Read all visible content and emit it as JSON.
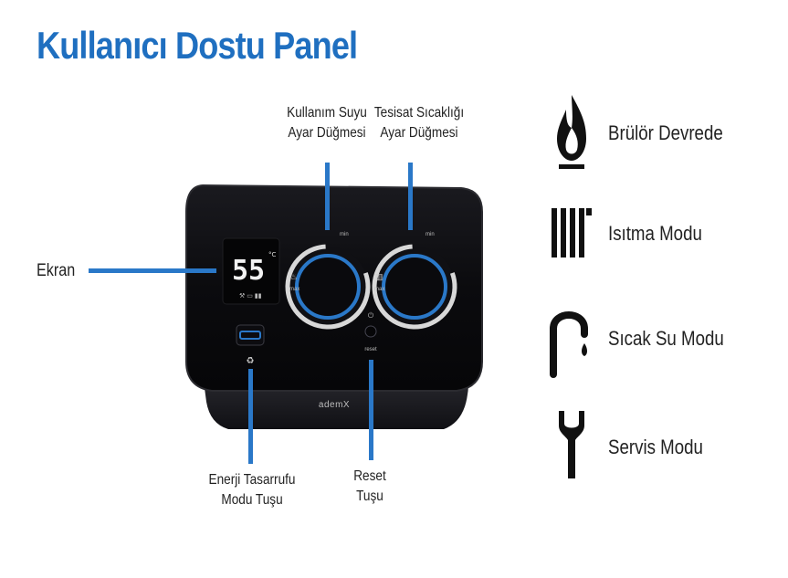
{
  "title": "Kullanıcı Dostu Panel",
  "labels": {
    "dhw_knob": [
      "Kullanım Suyu",
      "Ayar Düğmesi"
    ],
    "heating_knob": [
      "Tesisat Sıcaklığı",
      "Ayar Düğmesi"
    ],
    "screen": "Ekran",
    "eco_button": [
      "Enerji Tasarrufu",
      "Modu Tuşu"
    ],
    "reset_button": [
      "Reset",
      "Tuşu"
    ]
  },
  "display": {
    "temperature": "55",
    "unit": "°C"
  },
  "knobs": {
    "min": "min",
    "max": "max"
  },
  "panel": {
    "brand": "ademX",
    "reset": "reset"
  },
  "legend": [
    {
      "icon": "flame-icon",
      "label": "Brülör Devrede"
    },
    {
      "icon": "radiator-icon",
      "label": "Isıtma Modu"
    },
    {
      "icon": "faucet-icon",
      "label": "Sıcak Su Modu"
    },
    {
      "icon": "wrench-icon",
      "label": "Servis Modu"
    }
  ],
  "colors": {
    "accent": "#2a78c8",
    "panel": "#0b0b0e",
    "title": "#1f6fc0"
  }
}
